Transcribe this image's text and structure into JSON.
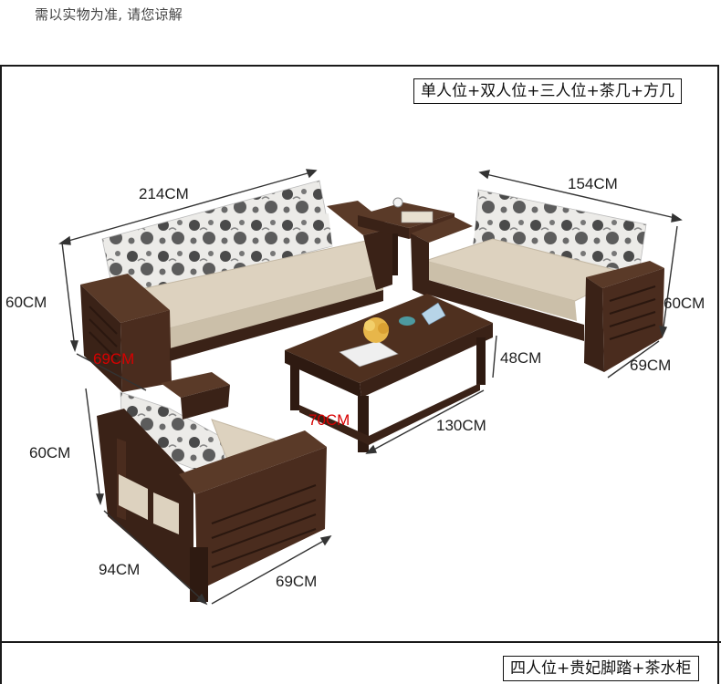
{
  "note": "需以实物为准, 请您谅解",
  "combo_top": "单人位+双人位+三人位+茶几+方几",
  "combo_bottom": "四人位+贵妃脚踏+茶水柜",
  "dims": {
    "three_seat_width": "214CM",
    "three_seat_height": "60CM",
    "three_seat_depth": "69CM",
    "two_seat_width": "154CM",
    "two_seat_height": "60CM",
    "two_seat_depth": "69CM",
    "table_height": "48CM",
    "table_depth": "70CM",
    "table_width": "130CM",
    "single_height": "60CM",
    "single_width": "94CM",
    "single_depth": "69CM"
  },
  "colors": {
    "wood": "#3d2418",
    "cushion": "#d9cdb9",
    "accent_red": "#d80000"
  }
}
